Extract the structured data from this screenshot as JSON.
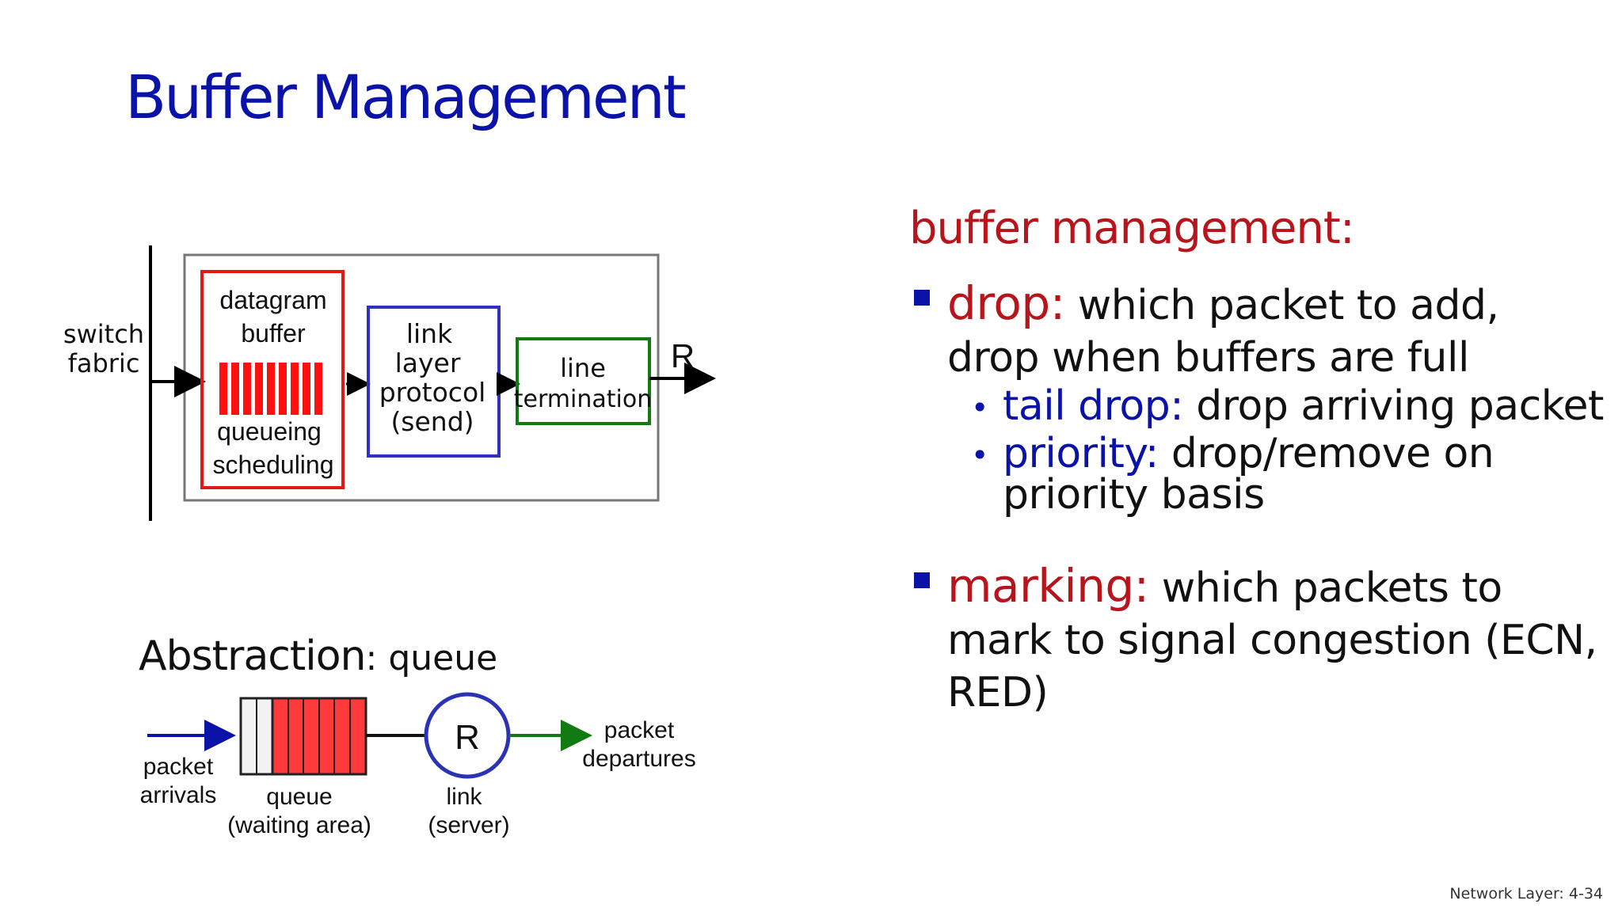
{
  "title": "Buffer Management",
  "diagram": {
    "switch_fabric": [
      "switch",
      "fabric"
    ],
    "datagram_buffer": [
      "datagram",
      "buffer"
    ],
    "queueing_scheduling": [
      "queueing",
      "scheduling"
    ],
    "link_layer": [
      "link",
      "layer",
      "protocol",
      "(send)"
    ],
    "line_termination": [
      "line",
      "termination"
    ],
    "rate": "R"
  },
  "abstraction": {
    "label": "Abstraction",
    "suffix": ": queue",
    "packet_arrivals": [
      "packet",
      "arrivals"
    ],
    "queue": [
      "queue",
      "(waiting area)"
    ],
    "server_symbol": "R",
    "link": [
      "link",
      "(server)"
    ],
    "packet_departures": [
      "packet",
      "departures"
    ]
  },
  "bullets": {
    "heading": "buffer management:",
    "drop": {
      "keyword": "drop:",
      "text_line1": " which packet to add,",
      "text_line2": "drop when buffers are full"
    },
    "tail_drop": {
      "keyword": "tail drop:",
      "text": " drop arriving packet"
    },
    "priority": {
      "keyword": "priority:",
      "text": " drop/remove on priority basis"
    },
    "marking": {
      "keyword": "marking:",
      "text_line1": " which packets to",
      "text_line2": "mark to signal congestion (ECN,",
      "text_line3": "RED)"
    }
  },
  "footer": "Network Layer: 4-34",
  "colors": {
    "title_blue": "#0a12a8",
    "accent_red": "#b8141c",
    "buffer_red": "#ff1010",
    "link_box_blue": "#3030c0",
    "line_box_green": "#117a11"
  }
}
